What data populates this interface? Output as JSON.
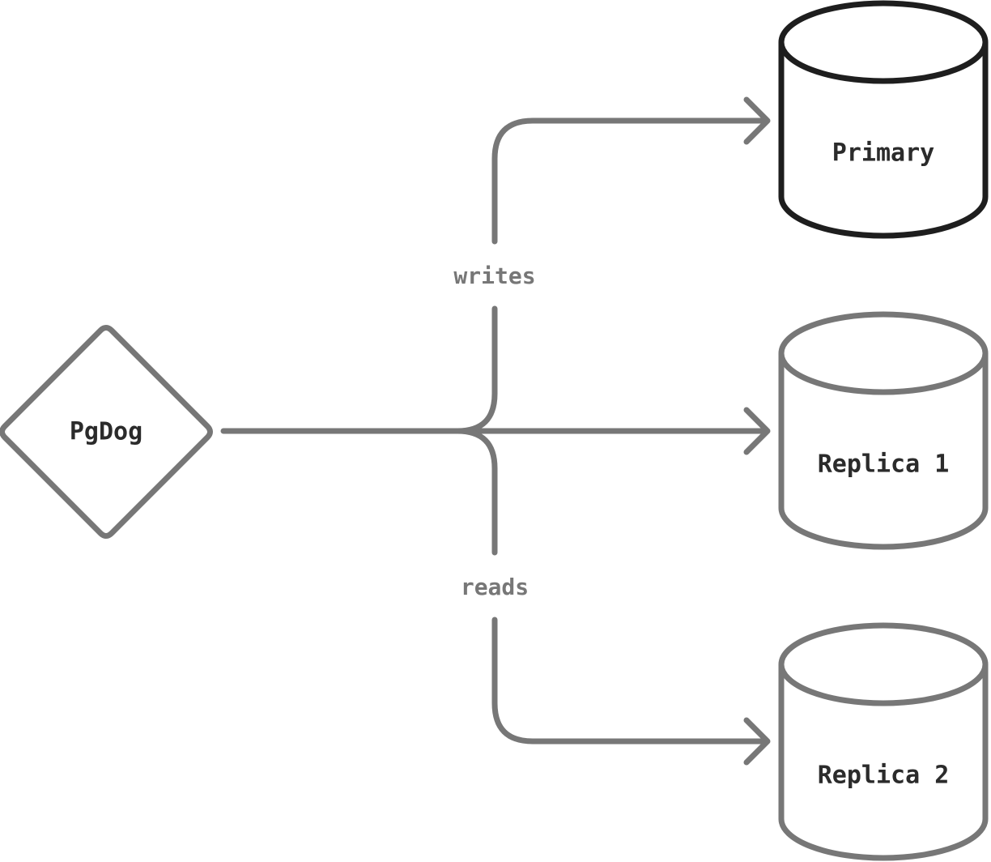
{
  "colors": {
    "line": "#777777",
    "primary_stroke": "#1e1e1e",
    "text": "#2b2b2b",
    "background": "#ffffff"
  },
  "nodes": {
    "proxy": {
      "label": "PgDog",
      "shape": "diamond"
    },
    "primary": {
      "label": "Primary",
      "shape": "cylinder"
    },
    "replica1": {
      "label": "Replica 1",
      "shape": "cylinder"
    },
    "replica2": {
      "label": "Replica 2",
      "shape": "cylinder"
    }
  },
  "edges": {
    "writes": {
      "label": "writes",
      "from": "PgDog",
      "to": "Primary"
    },
    "reads": {
      "label": "reads",
      "from": "PgDog",
      "to": [
        "Replica 1",
        "Replica 2"
      ]
    }
  }
}
